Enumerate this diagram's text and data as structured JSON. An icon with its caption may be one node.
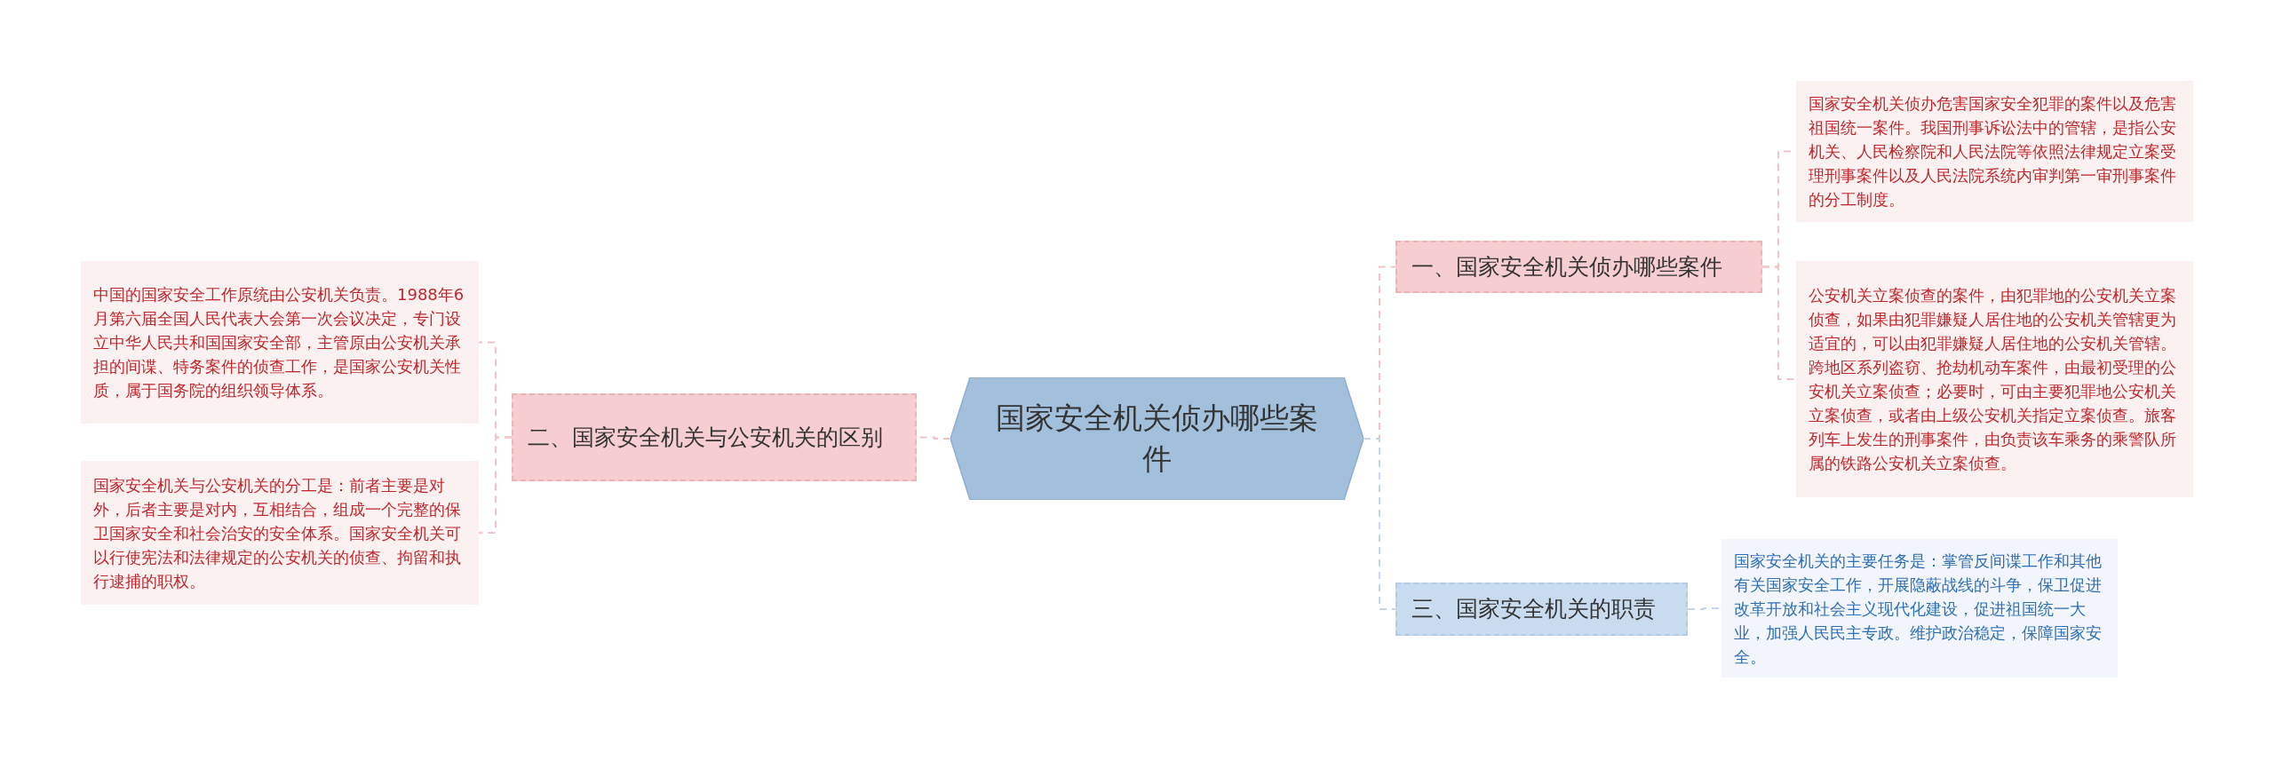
{
  "diagram": {
    "nodes": [
      {
        "text": [
          "国家安全机关侦办哪些案件"
        ]
      },
      {
        "text": [
          "一、国家安全机关侦办哪些案件"
        ]
      },
      {
        "text": [
          "国家安全机关侦办危害国家安全犯罪的案件以及危害祖国统一案件。我国刑事诉讼法中的管辖，是指公安机关、人民检察院和人民法院等依照法律规定立案受理刑事案件以及人民法院系统内审判第一审刑事案件的分工制度。"
        ]
      },
      {
        "text": [
          "公安机关立案侦查的案件，由犯罪地的公安机关立案侦查，如果由犯罪嫌疑人居住地的公安机关管辖更为适宜的，可以由犯罪嫌疑人居住地的公安机关管辖。跨地区系列盗窃、抢劫机动车案件，由最初受理的公安机关立案侦查；必要时，可由主要犯罪地公安机关立案侦查，或者由上级公安机关指定立案侦查。旅客列车上发生的刑事案件，由负责该车乘务的乘警队所属的铁路公安机关立案侦查。"
        ]
      },
      {
        "text": [
          "二、国家安全机关与公安机关的区别"
        ]
      },
      {
        "text": [
          "中国的国家安全工作原统由公安机关负责。1988年6月第六届全国人民代表大会第一次会议决定，专门设立中华人民共和国国家安全部，主管原由公安机关承担的间谍、特务案件的侦查工作，是国家公安机关性质，属于国务院的组织领导体系。"
        ]
      },
      {
        "text": [
          "国家安全机关与公安机关的分工是：前者主要是对外，后者主要是对内，互相结合，组成一个完整的保卫国家安全和社会治安的安全体系。国家安全机关可以行使宪法和法律规定的公安机关的侦查、拘留和执行逮捕的职权。"
        ]
      },
      {
        "text": [
          "三、国家安全机关的职责"
        ]
      },
      {
        "text": [
          "国家安全机关的主要任务是：掌管反间谍工作和其他有关国家安全工作，开展隐蔽战线的斗争，保卫促进改革开放和社会主义现代化建设，促进祖国统一大业，加强人民民主专政。维护政治稳定，保障国家安全。"
        ]
      }
    ],
    "edges": [
      {
        "from": 0,
        "to": 1,
        "arrow": "none"
      },
      {
        "from": 1,
        "to": 2,
        "arrow": "none"
      },
      {
        "from": 1,
        "to": 3,
        "arrow": "none"
      },
      {
        "from": 0,
        "to": 4,
        "arrow": "none"
      },
      {
        "from": 4,
        "to": 5,
        "arrow": "none"
      },
      {
        "from": 4,
        "to": 6,
        "arrow": "none"
      },
      {
        "from": 0,
        "to": 7,
        "arrow": "none",
        "color": "#c5d6ea"
      },
      {
        "from": 7,
        "to": 8,
        "arrow": "none",
        "color": "#c5d6ea"
      }
    ]
  }
}
